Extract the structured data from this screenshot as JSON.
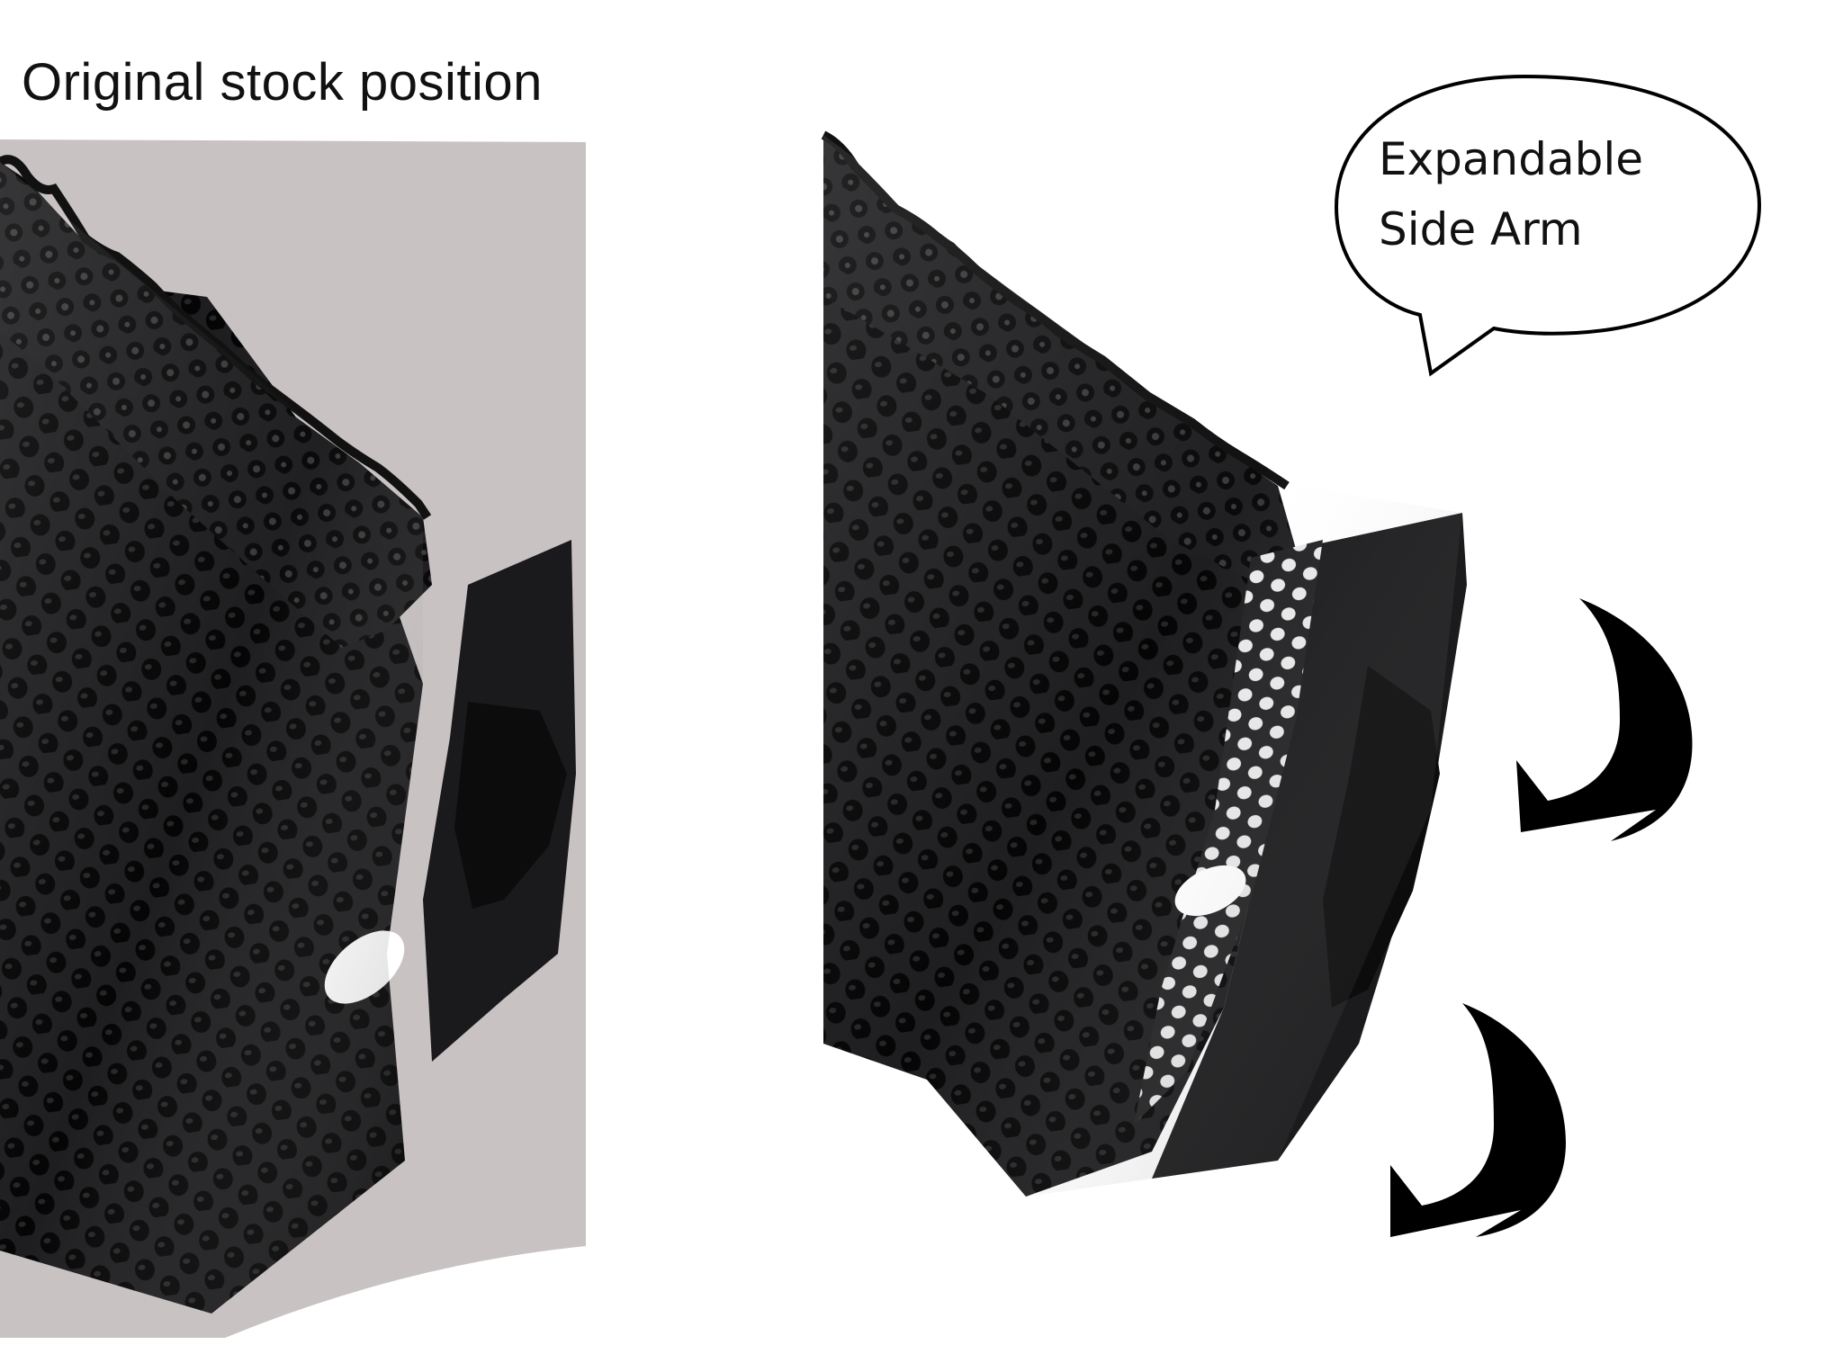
{
  "left_panel": {
    "caption": "Original stock position",
    "background_color": "#c9c2c2",
    "part_color": "#1c1c1e"
  },
  "right_panel": {
    "callout": {
      "line1": "Expandable",
      "line2": "Side Arm"
    },
    "arrow_icon": "curved-arrow-down-left-icon",
    "arrow_count": 2,
    "part_color": "#1c1c1e"
  }
}
